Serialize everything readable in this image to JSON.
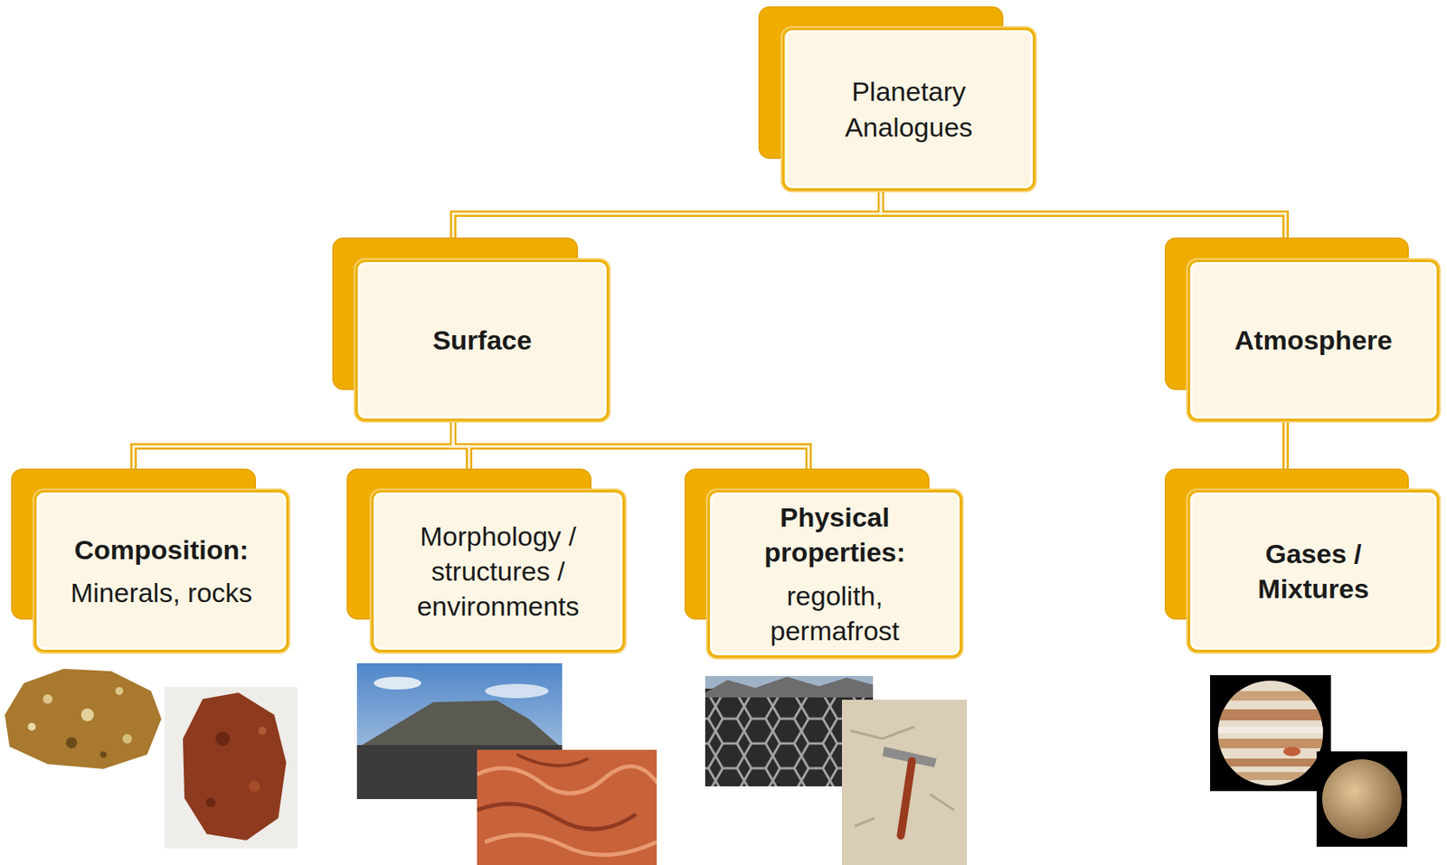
{
  "diagram": {
    "nodes": [
      {
        "text": [
          "Planetary Analogues"
        ]
      },
      {
        "text": [
          "Surface"
        ]
      },
      {
        "text": [
          "Atmosphere"
        ]
      },
      {
        "text": [
          "Composition:",
          "Minerals, rocks"
        ]
      },
      {
        "text": [
          "Morphology / structures / environments"
        ]
      },
      {
        "text": [
          "Physical properties:",
          "regolith, permafrost"
        ]
      },
      {
        "text": [
          "Gases / Mixtures"
        ]
      }
    ],
    "edges": [
      {
        "from": 0,
        "to": 1,
        "arrow": "none"
      },
      {
        "from": 0,
        "to": 2,
        "arrow": "none"
      },
      {
        "from": 1,
        "to": 3,
        "arrow": "none"
      },
      {
        "from": 1,
        "to": 4,
        "arrow": "none"
      },
      {
        "from": 1,
        "to": 5,
        "arrow": "none"
      },
      {
        "from": 2,
        "to": 6,
        "arrow": "none"
      }
    ]
  }
}
